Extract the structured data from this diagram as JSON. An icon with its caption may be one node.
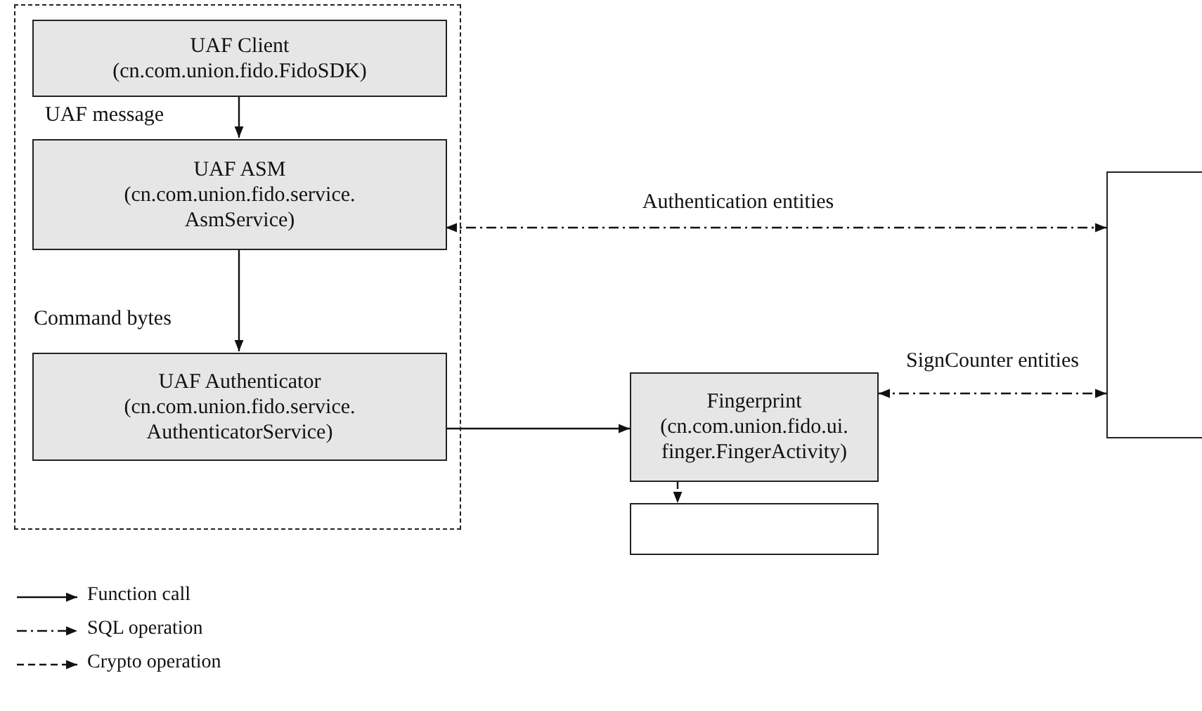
{
  "diagram": {
    "nodes": [
      {
        "text": [],
        "shape": "box"
      },
      {
        "text": [
          "UAF Client",
          "(cn.com.union.fido.FidoSDK)"
        ],
        "in": 0
      },
      {
        "text": [
          "UAF ASM",
          "(cn.com.union.fido.service. AsmService)"
        ],
        "in": 0
      },
      {
        "text": [
          "UAF Authenticator",
          "(cn.com.union.fido.service. AuthenticatorService)"
        ],
        "in": 0
      },
      {
        "text": [],
        "shape": "box"
      },
      {
        "text": [
          "Fingerprint",
          "(cn.com.union.fido.ui. finger.FingerActivity)"
        ]
      },
      {
        "text": [],
        "shape": "box"
      }
    ],
    "edges": [
      {
        "from": 1,
        "to": 2,
        "arrow": "to",
        "label": "UAF message"
      },
      {
        "from": 2,
        "to": 3,
        "arrow": "to",
        "label": "Command bytes"
      },
      {
        "from": 3,
        "to": 5,
        "arrow": "to"
      },
      {
        "from": 2,
        "to": 4,
        "arrow": "both",
        "label": "Authentication entities",
        "style": "dashed"
      },
      {
        "from": 5,
        "to": 4,
        "arrow": "both",
        "label": "SignCounter entities",
        "style": "dashed"
      },
      {
        "from": 5,
        "to": 6,
        "arrow": "to",
        "style": "dashed"
      }
    ],
    "legend": [
      {
        "text": "Function call"
      },
      {
        "text": "SQL operation"
      },
      {
        "text": "Crypto operation"
      }
    ]
  }
}
